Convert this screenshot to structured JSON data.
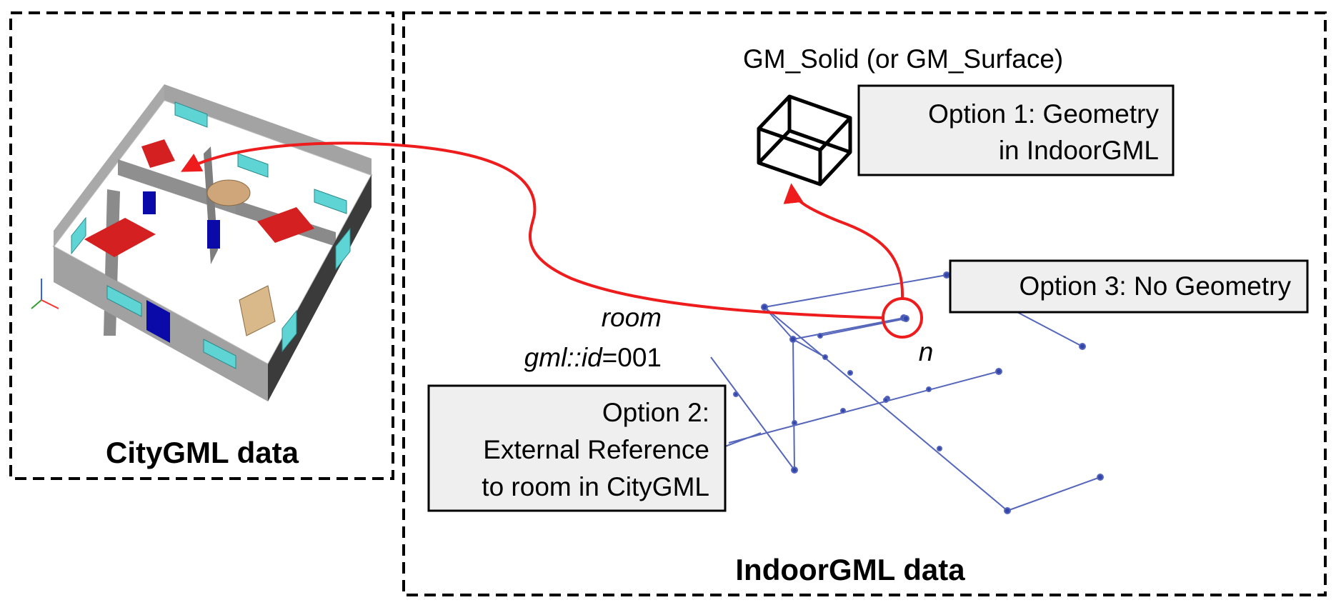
{
  "citygml": {
    "caption": "CityGML data"
  },
  "indoorgml": {
    "caption": "IndoorGML data",
    "solid_label": "GM_Solid (or GM_Surface)",
    "option1": {
      "line1": "Option 1: Geometry",
      "line2": "in  IndoorGML"
    },
    "option2": {
      "line1": "Option 2:",
      "line2": "External Reference",
      "line3": "to room in CityGML"
    },
    "option3": {
      "label": "Option 3: No Geometry"
    },
    "room_label": "room",
    "gml_id_prefix": "gml::id",
    "gml_id_value": "=001",
    "node_label": "n"
  },
  "colors": {
    "frame": "#000000",
    "arrow": "#ee1c1c",
    "network": "#5566bb",
    "wall": "#9b9b9b",
    "wall_dark": "#3a3a3a",
    "door": "#0a0aa8",
    "furniture": "#d42020",
    "window": "#5fd4d4",
    "box_fill": "#efefef"
  },
  "icons": {
    "house": "house-3d-model-icon",
    "cube": "wireframe-cube-icon",
    "axes": "axis-triad-icon"
  }
}
